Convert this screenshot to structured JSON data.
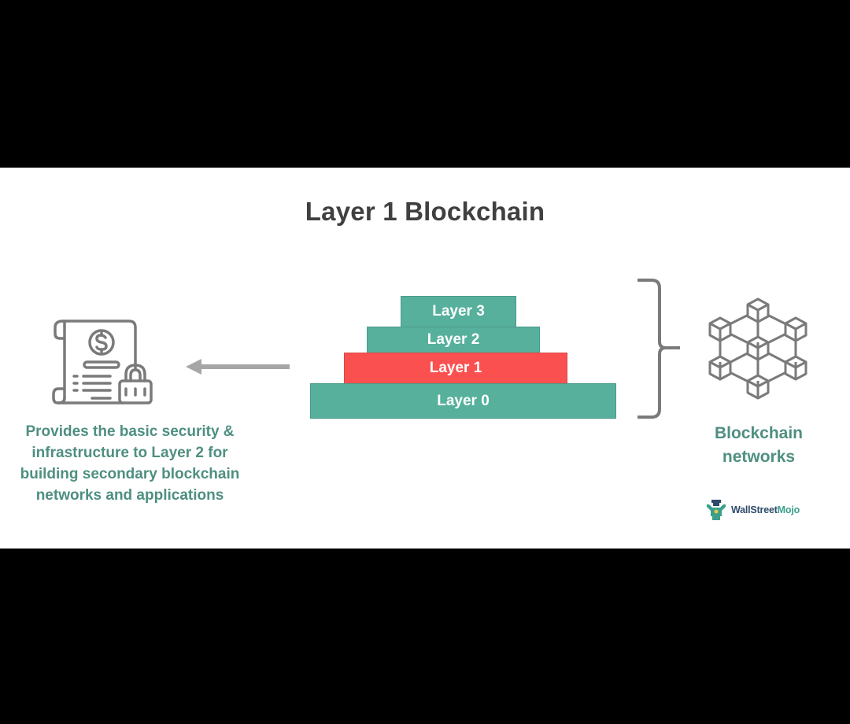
{
  "title": "Layer 1 Blockchain",
  "layers": [
    {
      "label": "Layer 3",
      "color": "#56b09c",
      "highlighted": false
    },
    {
      "label": "Layer 2",
      "color": "#56b09c",
      "highlighted": false
    },
    {
      "label": "Layer 1",
      "color": "#fa5150",
      "highlighted": true
    },
    {
      "label": "Layer 0",
      "color": "#56b09c",
      "highlighted": false
    }
  ],
  "left": {
    "icon": "secure-document-dollar-lock-icon",
    "arrow": "arrow-left-icon",
    "description": "Provides the basic security & infrastructure to Layer 2 for building secondary blockchain networks and applications"
  },
  "right": {
    "bracket": "right-curly-brace",
    "icon": "blockchain-network-cubes-icon",
    "label_line1": "Blockchain",
    "label_line2": "networks"
  },
  "branding": {
    "logo_part1": "WallStreet",
    "logo_part2": "Mojo"
  },
  "colors": {
    "teal": "#56b09c",
    "red": "#fa5150",
    "text_teal": "#4e8f80",
    "title": "#404040",
    "icon_gray": "#7a7a7a"
  }
}
